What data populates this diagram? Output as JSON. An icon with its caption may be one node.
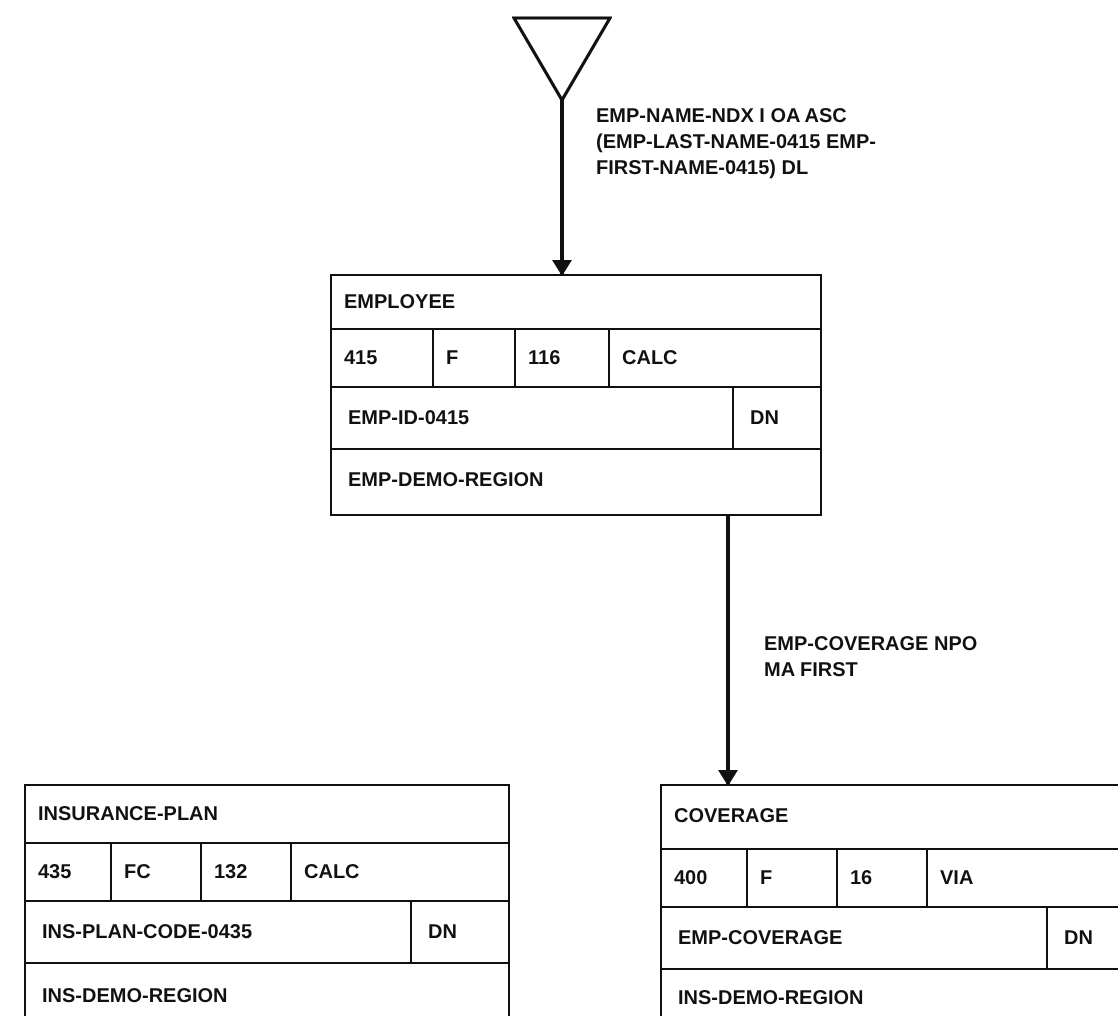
{
  "diagram": {
    "nodes": [
      {
        "text": [],
        "shape": "triangle"
      },
      {
        "text": [
          "EMPLOYEE",
          "415",
          "F",
          "116",
          "CALC",
          "EMP-ID-0415",
          "DN",
          "EMP-DEMO-REGION"
        ]
      },
      {
        "text": [
          "INSURANCE-PLAN",
          "435",
          "FC",
          "132",
          "CALC",
          "INS-PLAN-CODE-0435",
          "DN",
          "INS-DEMO-REGION"
        ]
      },
      {
        "text": [
          "COVERAGE",
          "400",
          "F",
          "16",
          "VIA",
          "EMP-COVERAGE",
          "DN",
          "INS-DEMO-REGION"
        ]
      }
    ],
    "edges": [
      {
        "from": 0,
        "to": 1,
        "arrow": "to",
        "label": "EMP-NAME-NDX I OA ASC (EMP-LAST-NAME-0415 EMP-FIRST-NAME-0415) DL"
      },
      {
        "from": 1,
        "to": 3,
        "arrow": "to",
        "label": "EMP-COVERAGE NPO MA FIRST"
      }
    ]
  }
}
